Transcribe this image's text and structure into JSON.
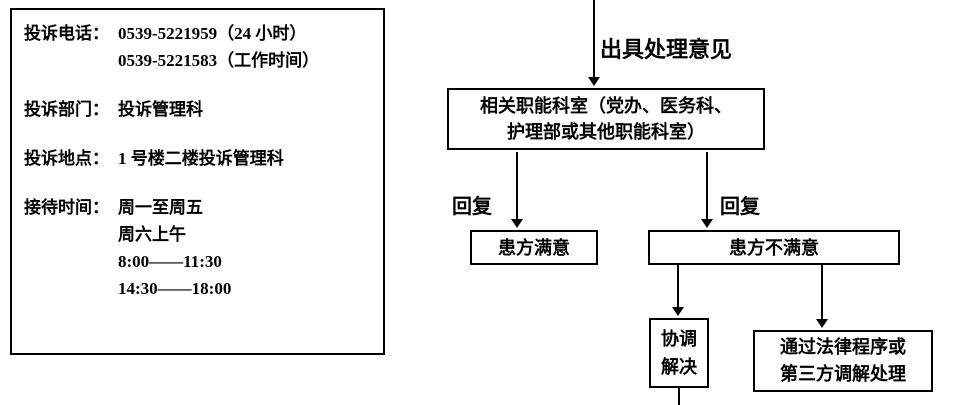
{
  "info_box": {
    "rows": [
      {
        "label": "投诉电话：",
        "lines": [
          "0539-5221959（24 小时）",
          "0539-5221583（工作时间）"
        ]
      },
      {
        "label": "投诉部门：",
        "lines": [
          "投诉管理科"
        ]
      },
      {
        "label": "投诉地点：",
        "lines": [
          "1 号楼二楼投诉管理科"
        ]
      },
      {
        "label": "接待时间：",
        "lines": [
          "周一至周五",
          "周六上午",
          "8:00——11:30",
          "14:30——18:00"
        ]
      }
    ]
  },
  "flowchart": {
    "process_label": "出具处理意见",
    "dept_box": {
      "line1": "相关职能科室（党办、医务科、",
      "line2": "护理部或其他职能科室）"
    },
    "reply_left_label": "回复",
    "reply_right_label": "回复",
    "satisfied_label": "患方满意",
    "unsatisfied_label": "患方不满意",
    "mediation_box": {
      "line1": "协调",
      "line2": "解决"
    },
    "legal_box": {
      "line1": "通过法律程序或",
      "line2": "第三方调解处理"
    }
  }
}
